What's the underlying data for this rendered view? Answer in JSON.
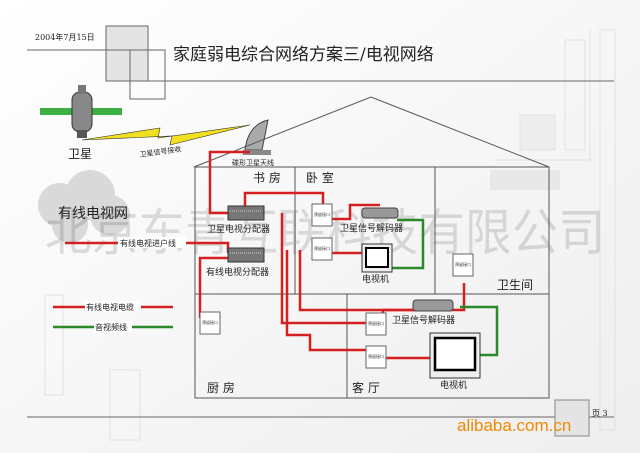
{
  "header": {
    "date": "2004年7月15日",
    "title": "家庭弱电综合网络方案三/电视网络"
  },
  "watermark": "北京东青互联科技有限公司",
  "satellite": {
    "label": "卫星",
    "signal_label": "卫星信号接收"
  },
  "dish_label": "碟形卫星天线",
  "cable_network_label": "有线电视网",
  "cable_entry_label": "有线电视进户线",
  "rooms": {
    "study": "书 房",
    "bedroom": "卧 室",
    "bathroom": "卫生间",
    "kitchen": "厨 房",
    "living": "客 厅"
  },
  "devices": {
    "sat_splitter": "卫星电视分配器",
    "cable_splitter": "有线电视分配器",
    "decoder": "卫星信号解码器",
    "tv": "电视机",
    "port": "预留接口"
  },
  "legend": {
    "cable": "有线电视电缆",
    "av": "音视频线"
  },
  "colors": {
    "cable": "#d42020",
    "av": "#2a8a2a",
    "brand": "#f08a00"
  },
  "footer": {
    "page": "页 3",
    "brand": "alibaba.com.cn"
  }
}
